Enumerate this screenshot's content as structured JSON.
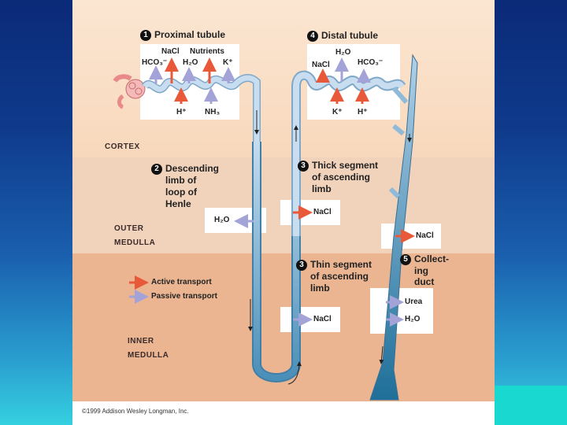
{
  "colors": {
    "active": "#e8593a",
    "passive": "#a3a3d8",
    "tubule": "#b9d4ea",
    "collecting": "#3b86b0"
  },
  "sections": {
    "proximal": {
      "num": "1",
      "title": "Proximal tubule"
    },
    "distal": {
      "num": "4",
      "title": "Distal tubule"
    },
    "descending": {
      "num": "2",
      "line1": "Descending",
      "line2": "limb of",
      "line3": "loop of",
      "line4": "Henle"
    },
    "thick": {
      "num": "3",
      "line1": "Thick segment",
      "line2": "of ascending",
      "line3": "limb"
    },
    "thin": {
      "num": "3",
      "line1": "Thin segment",
      "line2": "of ascending",
      "line3": "limb"
    },
    "collecting": {
      "num": "5",
      "line1": "Collect-",
      "line2": "ing",
      "line3": "duct"
    }
  },
  "zones": {
    "cortex": "CORTEX",
    "outer1": "OUTER",
    "outer2": "MEDULLA",
    "inner1": "INNER",
    "inner2": "MEDULLA"
  },
  "proximal_labels": {
    "nacl": "NaCl",
    "nutrients": "Nutrients",
    "hco3": "HCO₃⁻",
    "h2o": "H₂O",
    "k": "K⁺",
    "h": "H⁺",
    "nh3": "NH₃"
  },
  "distal_labels": {
    "h2o": "H₂O",
    "nacl": "NaCl",
    "hco3": "HCO₃⁻",
    "k": "K⁺",
    "h": "H⁺"
  },
  "boxes": {
    "desc_h2o": "H₂O",
    "thick_nacl": "NaCl",
    "cd_nacl": "NaCl",
    "thin_nacl": "NaCl",
    "urea": "Urea",
    "cd_h2o": "H₂O"
  },
  "legend": {
    "active": "Active transport",
    "passive": "Passive transport"
  },
  "copyright": "©1999 Addison Wesley Longman, Inc."
}
